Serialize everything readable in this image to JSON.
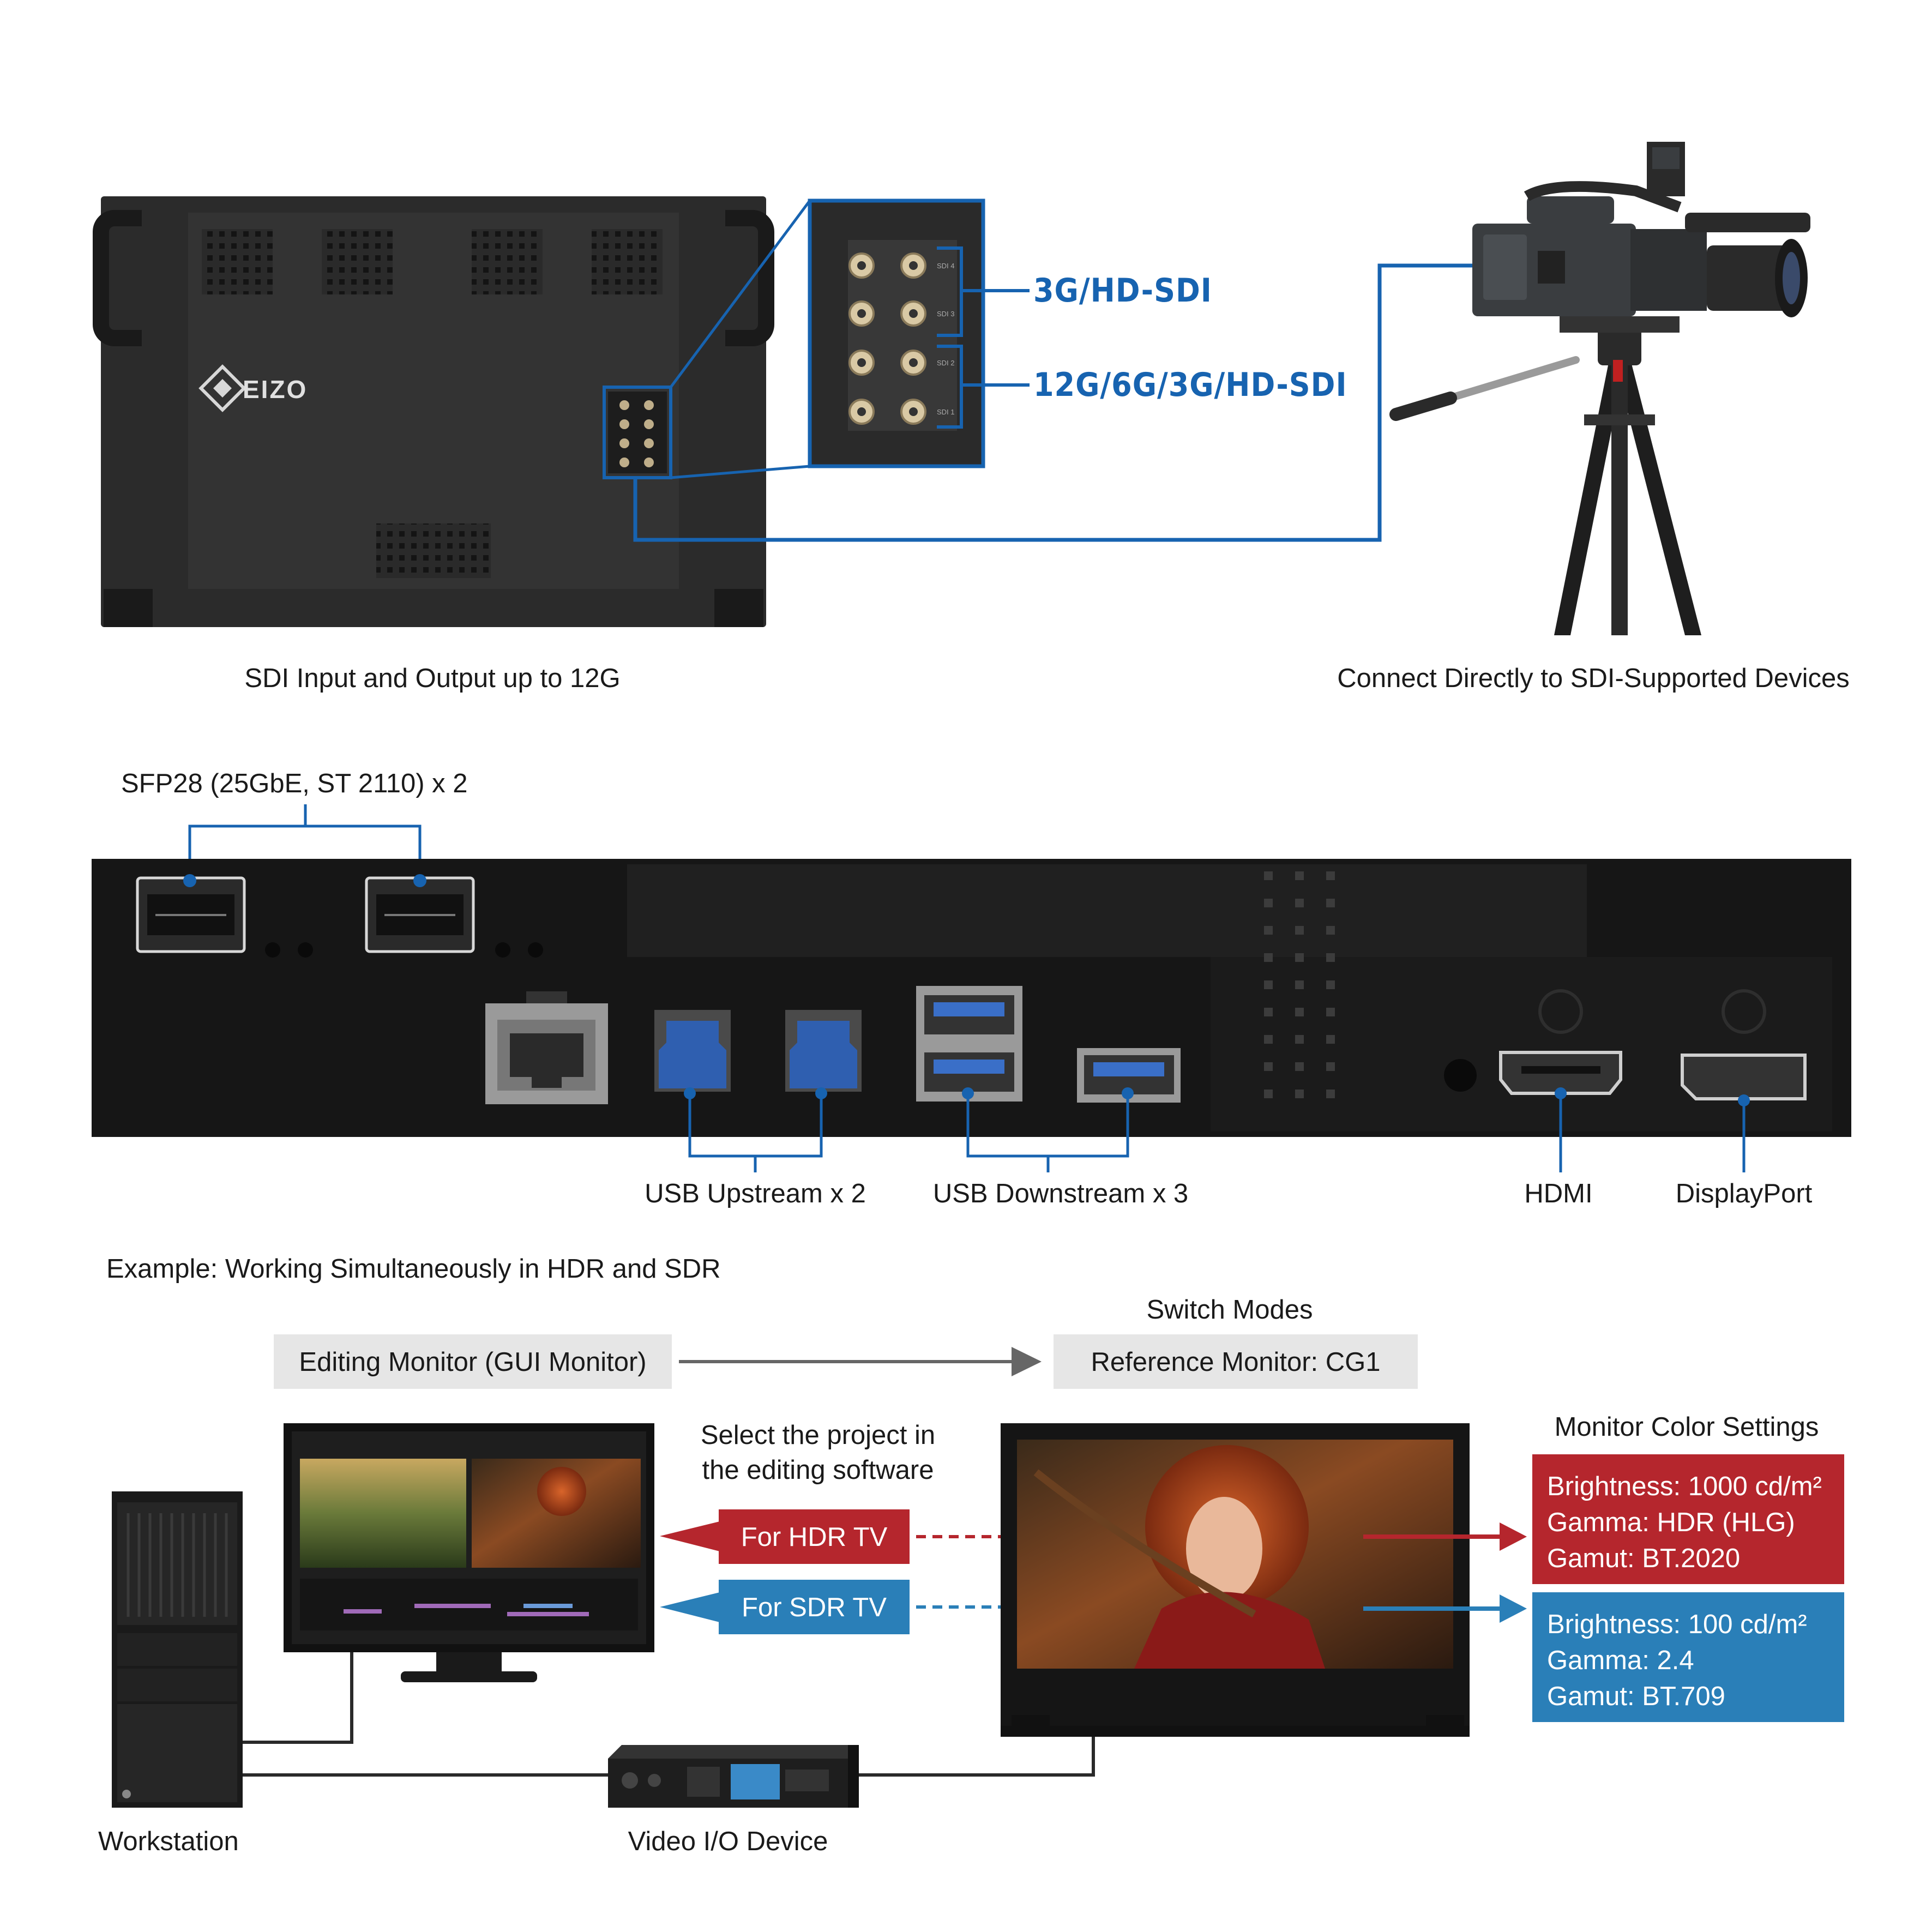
{
  "colors": {
    "accent_blue": "#1763b0",
    "hdr_red": "#b5262d",
    "sdr_blue": "#2a7fb8",
    "gray_box": "#e6e6e6",
    "panel": "#1c1c1c"
  },
  "sdi_section": {
    "brand": "EIZO",
    "label_upper": "3G/HD-SDI",
    "label_lower": "12G/6G/3G/HD-SDI",
    "port_labels": [
      "SDI 4",
      "SDI 3",
      "SDI 2",
      "SDI 1"
    ],
    "caption_left": "SDI Input and Output up to 12G",
    "caption_right": "Connect Directly to SDI-Supported Devices"
  },
  "io_section": {
    "sfp_label": "SFP28 (25GbE, ST 2110) x 2",
    "usb_up_label": "USB Upstream x 2",
    "usb_down_label": "USB Downstream x 3",
    "hdmi_label": "HDMI",
    "dp_label": "DisplayPort"
  },
  "example": {
    "title": "Example: Working Simultaneously in HDR and SDR",
    "switch_modes": "Switch Modes",
    "editing_monitor": "Editing Monitor (GUI Monitor)",
    "reference_monitor": "Reference Monitor: CG1",
    "select_line1": "Select the project in",
    "select_line2": "the editing software",
    "for_hdr": "For HDR TV",
    "for_sdr": "For SDR TV",
    "settings_title": "Monitor Color Settings",
    "hdr_settings": [
      "Brightness: 1000 cd/m²",
      "Gamma: HDR (HLG)",
      "Gamut: BT.2020"
    ],
    "sdr_settings": [
      "Brightness: 100 cd/m²",
      "Gamma: 2.4",
      "Gamut: BT.709"
    ],
    "workstation": "Workstation",
    "video_io": "Video I/O Device"
  }
}
